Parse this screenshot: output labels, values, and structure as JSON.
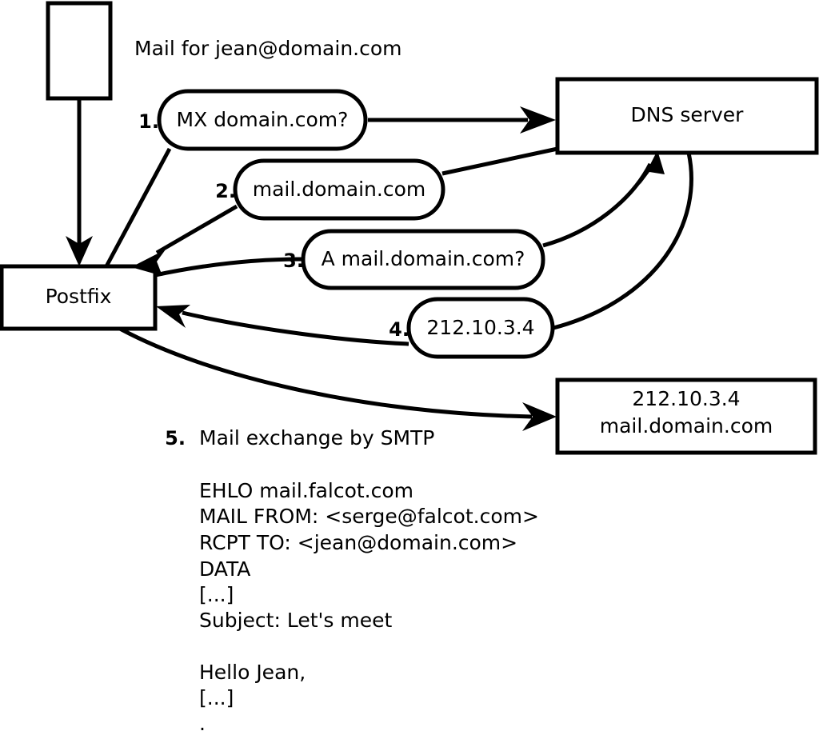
{
  "diagram": {
    "title_note": "Mail for jean@domain.com",
    "nodes": {
      "sender_box": {
        "label": ""
      },
      "postfix": {
        "label": "Postfix"
      },
      "dns_server": {
        "label": "DNS server"
      },
      "remote_server": {
        "line1": "212.10.3.4",
        "line2": "mail.domain.com"
      }
    },
    "steps": [
      {
        "num": "1.",
        "label": "MX domain.com?"
      },
      {
        "num": "2.",
        "label": "mail.domain.com"
      },
      {
        "num": "3.",
        "label": "A mail.domain.com?"
      },
      {
        "num": "4.",
        "label": "212.10.3.4"
      }
    ],
    "step5": {
      "num": "5.",
      "label": "Mail exchange by SMTP"
    },
    "smtp_transcript": [
      "EHLO mail.falcot.com",
      "MAIL FROM: <serge@falcot.com>",
      "RCPT TO: <jean@domain.com>",
      "DATA",
      "[...]",
      "Subject: Let's meet",
      "",
      "Hello Jean,",
      "[...]",
      "."
    ],
    "colors": {
      "stroke": "#000000",
      "fill": "#ffffff",
      "text": "#000000"
    }
  }
}
